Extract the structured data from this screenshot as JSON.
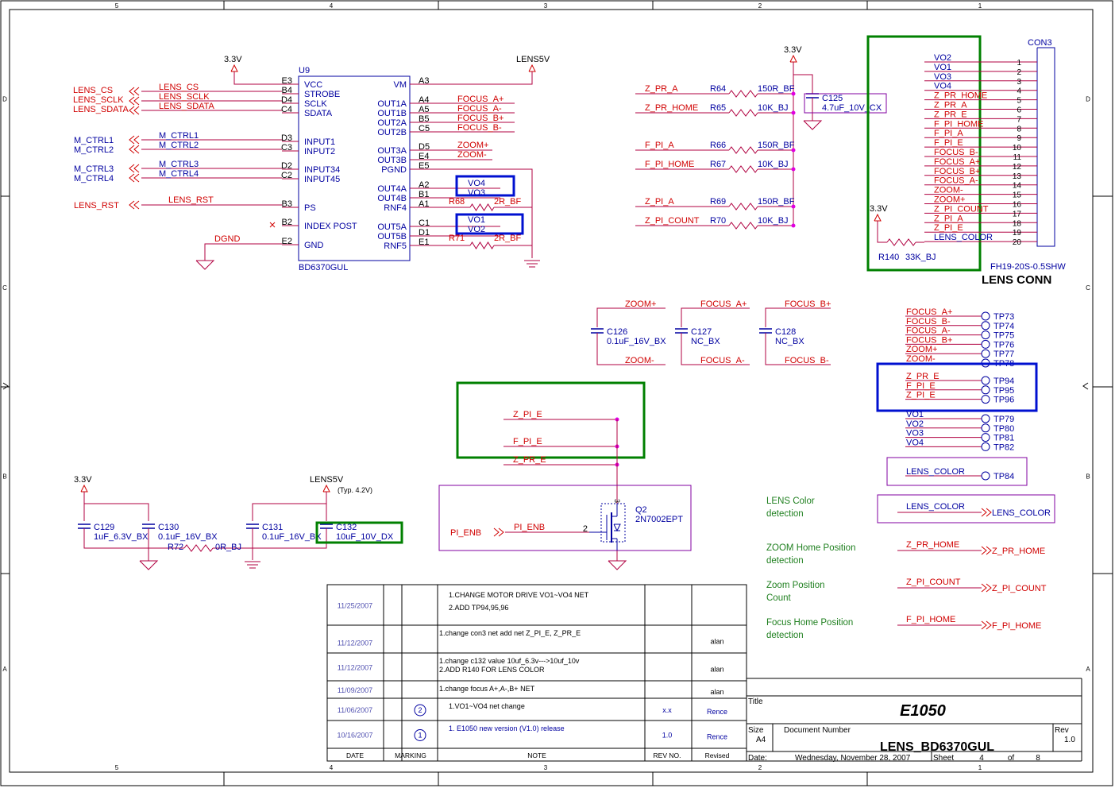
{
  "frame": {
    "top_cols": [
      "5",
      "4",
      "3",
      "2",
      "1"
    ],
    "bottom_cols": [
      "5",
      "4",
      "3",
      "2",
      "1"
    ],
    "left_rows": [
      "D",
      "C",
      "B",
      "A"
    ],
    "right_rows": [
      "D",
      "C",
      "B",
      "A"
    ]
  },
  "u9": {
    "ref": "U9",
    "part": "BD6370GUL",
    "left_pins": [
      {
        "num": "E3",
        "name": "VCC"
      },
      {
        "num": "B4",
        "name": "STROBE"
      },
      {
        "num": "D4",
        "name": "SCLK"
      },
      {
        "num": "C4",
        "name": "SDATA"
      },
      {
        "num": "D3",
        "name": "INPUT1"
      },
      {
        "num": "C3",
        "name": "INPUT2"
      },
      {
        "num": "D2",
        "name": "INPUT34"
      },
      {
        "num": "C2",
        "name": "INPUT45"
      },
      {
        "num": "B3",
        "name": "PS"
      },
      {
        "num": "B2",
        "name": "INDEX POST"
      },
      {
        "num": "E2",
        "name": "GND"
      }
    ],
    "right_pins": [
      {
        "num": "A3",
        "name": "VM"
      },
      {
        "num": "A4",
        "name": "OUT1A"
      },
      {
        "num": "A5",
        "name": "OUT1B"
      },
      {
        "num": "B5",
        "name": "OUT2A"
      },
      {
        "num": "C5",
        "name": "OUT2B"
      },
      {
        "num": "D5",
        "name": "OUT3A"
      },
      {
        "num": "E4",
        "name": "OUT3B"
      },
      {
        "num": "E5",
        "name": "PGND"
      },
      {
        "num": "A2",
        "name": "OUT4A"
      },
      {
        "num": "B1",
        "name": "OUT4B"
      },
      {
        "num": "A1",
        "name": "RNF4"
      },
      {
        "num": "C1",
        "name": "OUT5A"
      },
      {
        "num": "D1",
        "name": "OUT5B"
      },
      {
        "num": "E1",
        "name": "RNF5"
      }
    ]
  },
  "u9_nets": {
    "pwr_left": "3.3V",
    "pwr_right": "LENS5V",
    "ports_left": [
      "LENS_CS",
      "LENS_SCLK",
      "LENS_SDATA",
      "M_CTRL1",
      "M_CTRL2",
      "M_CTRL3",
      "M_CTRL4",
      "LENS_RST"
    ],
    "nets_left": [
      "LENS_CS",
      "LENS_SCLK",
      "LENS_SDATA",
      "M_CTRL1",
      "M_CTRL2",
      "M_CTRL3",
      "M_CTRL4",
      "LENS_RST",
      "DGND"
    ],
    "nets_right": [
      "FOCUS_A+",
      "FOCUS_A-",
      "FOCUS_B+",
      "FOCUS_B-",
      "ZOOM+",
      "ZOOM-",
      "VO4",
      "VO3",
      "VO1",
      "VO2"
    ],
    "r68": {
      "ref": "R68",
      "val": "2R_BF"
    },
    "r71": {
      "ref": "R71",
      "val": "2R_BF"
    }
  },
  "resistor_group": {
    "nets": [
      "Z_PR_A",
      "Z_PR_HOME",
      "F_PI_A",
      "F_PI_HOME",
      "Z_PI_A",
      "Z_PI_COUNT"
    ],
    "refs": [
      "R64",
      "R65",
      "R66",
      "R67",
      "R69",
      "R70"
    ],
    "vals": [
      "150R_BF",
      "10K_BJ",
      "150R_BF",
      "10K_BJ",
      "150R_BF",
      "10K_BJ"
    ],
    "pwr": "3.3V",
    "c125_ref": "C125",
    "c125_val": "4.7uF_10V_CX"
  },
  "con3": {
    "ref": "CON3",
    "part": "FH19-20S-0.5SHW",
    "title": "LENS CONN",
    "nets": [
      "VO2",
      "VO1",
      "VO3",
      "VO4",
      "Z_PR_HOME",
      "Z_PR_A",
      "Z_PR_E",
      "F_PI_HOME",
      "F_PI_A",
      "F_PI_E",
      "FOCUS_B-",
      "FOCUS_A+",
      "FOCUS_B+",
      "FOCUS_A-",
      "ZOOM-",
      "ZOOM+",
      "Z_PI_COUNT",
      "Z_PI_A",
      "Z_PI_E",
      "LENS_COLOR"
    ],
    "pins": [
      "1",
      "2",
      "3",
      "4",
      "5",
      "6",
      "7",
      "8",
      "9",
      "10",
      "11",
      "12",
      "13",
      "14",
      "15",
      "16",
      "17",
      "18",
      "19",
      "20"
    ],
    "pwr": "3.3V",
    "r140_ref": "R140",
    "r140_val": "33K_BJ"
  },
  "caps_mid": [
    {
      "top": "ZOOM+",
      "bot": "ZOOM-",
      "ref": "C126",
      "val": "0.1uF_16V_BX"
    },
    {
      "top": "FOCUS_A+",
      "bot": "FOCUS_A-",
      "ref": "C127",
      "val": "NC_BX"
    },
    {
      "top": "FOCUS_B+",
      "bot": "FOCUS_B-",
      "ref": "C128",
      "val": "NC_BX"
    }
  ],
  "testpoints": {
    "g1": [
      {
        "net": "FOCUS_A+",
        "tp": "TP73"
      },
      {
        "net": "FOCUS_B-",
        "tp": "TP74"
      },
      {
        "net": "FOCUS_A-",
        "tp": "TP75"
      },
      {
        "net": "FOCUS_B+",
        "tp": "TP76"
      },
      {
        "net": "ZOOM+",
        "tp": "TP77"
      },
      {
        "net": "ZOOM-",
        "tp": "TP78"
      }
    ],
    "g2": [
      {
        "net": "Z_PR_E",
        "tp": "TP94"
      },
      {
        "net": "F_PI_E",
        "tp": "TP95"
      },
      {
        "net": "Z_PI_E",
        "tp": "TP96"
      }
    ],
    "g3": [
      {
        "net": "VO1",
        "tp": "TP79"
      },
      {
        "net": "VO2",
        "tp": "TP80"
      },
      {
        "net": "VO3",
        "tp": "TP81"
      },
      {
        "net": "VO4",
        "tp": "TP82"
      }
    ],
    "g4": [
      {
        "net": "LENS_COLOR",
        "tp": "TP84"
      }
    ]
  },
  "q2": {
    "nets": [
      "Z_PI_E",
      "F_PI_E",
      "Z_PR_E"
    ],
    "port": "PI_ENB",
    "net": "PI_ENB",
    "ref": "Q2",
    "part": "2N7002EPT",
    "pin_g": "2",
    "pin_d": "3"
  },
  "bottom_caps": {
    "pwr1": "3.3V",
    "pwr2": "LENS5V",
    "note": "(Typ. 4.2V)",
    "caps": [
      {
        "ref": "C129",
        "val": "1uF_6.3V_BX"
      },
      {
        "ref": "C130",
        "val": "0.1uF_16V_BX"
      },
      {
        "ref": "C131",
        "val": "0.1uF_16V_BX"
      },
      {
        "ref": "C132",
        "val": "10uF_10V_DX"
      }
    ],
    "r72_ref": "R72",
    "r72_val": "0R_BJ"
  },
  "detection": [
    {
      "l1": "LENS Color",
      "l2": "detection",
      "net": "LENS_COLOR",
      "port": "LENS_COLOR"
    },
    {
      "l1": "ZOOM Home Position",
      "l2": "detection",
      "net": "Z_PR_HOME",
      "port": "Z_PR_HOME"
    },
    {
      "l1": "Zoom Position",
      "l2": "Count",
      "net": "Z_PI_COUNT",
      "port": "Z_PI_COUNT"
    },
    {
      "l1": "Focus Home Position",
      "l2": "detection",
      "net": "F_PI_HOME",
      "port": "F_PI_HOME"
    }
  ],
  "revisions": {
    "rows": [
      {
        "date": "11/25/2007",
        "marking": "",
        "note1": "1.CHANGE MOTOR DRIVE VO1~VO4 NET",
        "note2": "2.ADD TP94,95,96",
        "rev": "",
        "by": ""
      },
      {
        "date": "11/12/2007",
        "marking": "",
        "note1": "1.change con3 net   add net  Z_PI_E, Z_PR_E",
        "note2": "",
        "rev": "",
        "by": "alan"
      },
      {
        "date": "11/12/2007",
        "marking": "",
        "note1": "1.change c132 value 10uf_6.3v--->10uf_10v",
        "note2": "2.ADD R140 FOR LENS COLOR",
        "rev": "",
        "by": "alan"
      },
      {
        "date": "11/09/2007",
        "marking": "",
        "note1": "1.change focus A+,A-,B+ NET",
        "note2": "",
        "rev": "",
        "by": "alan"
      },
      {
        "date": "11/06/2007",
        "marking": "2",
        "note1": "1.VO1~VO4  net change",
        "note2": "",
        "rev": "x.x",
        "by": "Rence"
      },
      {
        "date": "10/16/2007",
        "marking": "1",
        "note1": "1. E1050 new version (V1.0) release",
        "note2": "",
        "rev": "1.0",
        "by": "Rence"
      }
    ],
    "headers": [
      "DATE",
      "MARKING",
      "NOTE",
      "REV NO.",
      "Revised"
    ]
  },
  "title_block": {
    "title_label": "Title",
    "title": "E1050",
    "size_label": "Size",
    "size": "A4",
    "docnum_label": "Document Number",
    "docnum": "LENS_BD6370GUL",
    "rev_label": "Rev",
    "rev": "1.0",
    "date_label": "Date:",
    "date": "Wednesday, November 28, 2007",
    "sheet_label": "Sheet",
    "sheet": "4",
    "of_label": "of",
    "of": "8"
  },
  "colors": {
    "wire": "#b00040",
    "net": "#d00000",
    "part": "#0000a0",
    "green_box": "#008000",
    "blue_box": "#0010d0",
    "purple_box": "#8000a0",
    "note_green": "#208020"
  }
}
